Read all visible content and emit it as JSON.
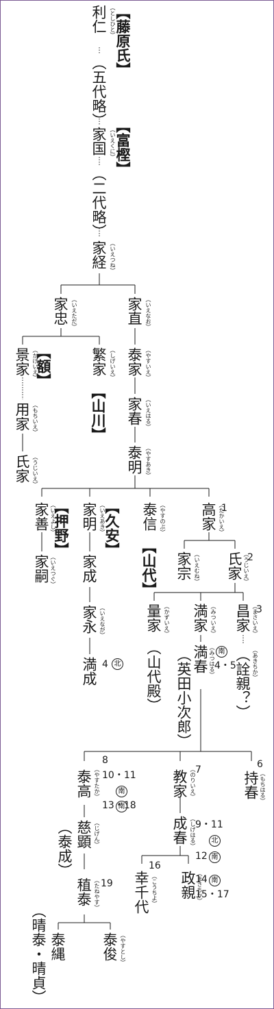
{
  "clans": {
    "fujiwara": "【藤原氏】",
    "togashi": "【富樫】",
    "nuka": "【額】",
    "yamakawa": "【山川】",
    "oshino": "【押野】",
    "kuyasu": "【久安】",
    "yamashiro": "【山代】"
  },
  "people": {
    "toshihito": {
      "name": "利仁",
      "reading": "（としひと）"
    },
    "godairyaku": {
      "name": "（五代略）"
    },
    "iekuni": {
      "name": "家国",
      "reading": "（いえくに）"
    },
    "nidairyaku": {
      "name": "（二代略）"
    },
    "iezune": {
      "name": "家経",
      "reading": "（いえつね）"
    },
    "ietada": {
      "name": "家忠",
      "reading": "（いえただ）"
    },
    "ienao": {
      "name": "家直",
      "reading": "（いえなお）"
    },
    "kageie": {
      "name": "景家",
      "reading": "（かげいえ）"
    },
    "shigeie": {
      "name": "繁家",
      "reading": "（しげいえ）"
    },
    "yasuie": {
      "name": "泰家",
      "reading": "（やすいえ）"
    },
    "mochiie": {
      "name": "用家",
      "reading": "（もちいえ）"
    },
    "ieharu": {
      "name": "家春",
      "reading": "（いえはる）"
    },
    "ujiie_n": {
      "name": "氏家",
      "reading": "（うじいえ）"
    },
    "yasuaki": {
      "name": "泰明",
      "reading": "（やすあき）"
    },
    "iezen": {
      "name": "家善",
      "reading": "（いえよし）"
    },
    "ieaki": {
      "name": "家明",
      "reading": "（いえあき）"
    },
    "yasunobu": {
      "name": "泰信",
      "reading": "（やすのぶ）"
    },
    "takaie": {
      "name": "高家",
      "reading": "（たかいえ）",
      "num": "1"
    },
    "ietsugu": {
      "name": "家嗣",
      "reading": "（いえつぐ）"
    },
    "ienari": {
      "name": "家成"
    },
    "iemune": {
      "name": "家宗",
      "reading": "（いえむね）"
    },
    "ujiie": {
      "name": "氏家",
      "reading": "（うじいえ）",
      "num": "2"
    },
    "ienaga": {
      "name": "家永",
      "reading": "（いえなが）"
    },
    "kazuie": {
      "name": "量家",
      "reading": "（かずいえ）",
      "note": "（山代殿）"
    },
    "mitsuie": {
      "name": "満家",
      "reading": "（みついえ）"
    },
    "masaie": {
      "name": "昌家",
      "reading": "（まさいえ）",
      "num": "3"
    },
    "akichika": {
      "name": "（詮親？）",
      "reading": "（あきちか）"
    },
    "mitsunari": {
      "name": "満成",
      "num": "4",
      "mark": "北"
    },
    "mitsuharu": {
      "name": "満春",
      "reading": "（みつはる）",
      "num": "4・5",
      "mark": "南",
      "note": "（英田小次郎）"
    },
    "yasutaka": {
      "name": "泰高",
      "reading": "（やすたか）",
      "num1": "8",
      "num2": "10・11",
      "num3": "13・18",
      "mark1": "南",
      "mark2": "南"
    },
    "noriie": {
      "name": "教家",
      "reading": "（のりいえ）",
      "num": "7"
    },
    "mochiharu": {
      "name": "持春",
      "reading": "（もちはる）",
      "num": "6"
    },
    "jigen": {
      "name": "慈顕",
      "reading": "（じげん）"
    },
    "yasunari": {
      "name": "（泰成）"
    },
    "shigeharu": {
      "name": "成春",
      "reading": "（しげはる）",
      "num1": "9・11",
      "num2": "12",
      "mark1": "北",
      "mark2": "南"
    },
    "tadayasu": {
      "name": "稙泰",
      "reading": "（たねやす）",
      "num": "19"
    },
    "kochiyo": {
      "name": "幸千代",
      "reading": "（こうちよ）",
      "num": "16"
    },
    "masachika": {
      "name": "政親",
      "reading": "（まさちか）",
      "num1": "14",
      "num2": "15・17",
      "mark": "南"
    },
    "yasunawa": {
      "name": "泰縄"
    },
    "yasutoshi": {
      "name": "泰俊",
      "reading": "（やすとし）"
    },
    "harusada": {
      "name": "（晴泰・晴貞）"
    }
  }
}
